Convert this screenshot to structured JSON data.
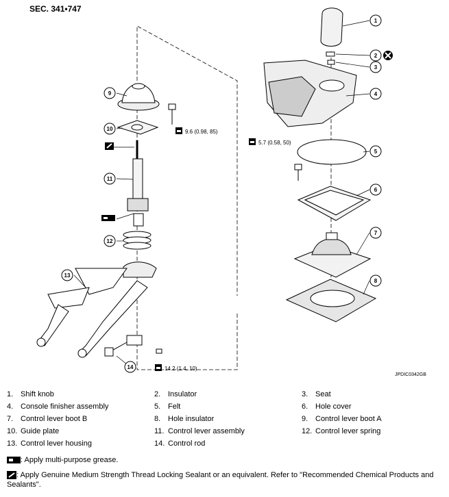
{
  "header": {
    "section": "SEC. 341•747",
    "code": "JPDIC0342GB"
  },
  "torques": {
    "t1": "9.6 (0.98, 85)",
    "t2": "5.7 (0.58, 50)",
    "t3": "14.2 (1.4, 10)"
  },
  "callouts": [
    "1",
    "2",
    "3",
    "4",
    "5",
    "6",
    "7",
    "8",
    "9",
    "10",
    "11",
    "12",
    "13",
    "14"
  ],
  "parts": [
    {
      "num": "1.",
      "name": "Shift knob"
    },
    {
      "num": "2.",
      "name": "Insulator"
    },
    {
      "num": "3.",
      "name": "Seat"
    },
    {
      "num": "4.",
      "name": "Console finisher assembly"
    },
    {
      "num": "5.",
      "name": "Felt"
    },
    {
      "num": "6.",
      "name": "Hole cover"
    },
    {
      "num": "7.",
      "name": "Control lever boot B"
    },
    {
      "num": "8.",
      "name": "Hole insulator"
    },
    {
      "num": "9.",
      "name": "Control lever boot A"
    },
    {
      "num": "10.",
      "name": "Guide plate"
    },
    {
      "num": "11.",
      "name": "Control lever assembly"
    },
    {
      "num": "12.",
      "name": "Control lever spring"
    },
    {
      "num": "13.",
      "name": "Control lever housing"
    },
    {
      "num": "14.",
      "name": "Control rod"
    }
  ],
  "notes": {
    "grease": ": Apply multi-purpose grease.",
    "sealant": ": Apply Genuine Medium Strength Thread Locking Sealant or an equivalent. Refer to  \"Recommended Chemical Products and Sealants\"."
  },
  "icons": [
    "grease-icon",
    "sealant-icon",
    "torque-wrench-icon",
    "do-not-reuse-icon"
  ]
}
